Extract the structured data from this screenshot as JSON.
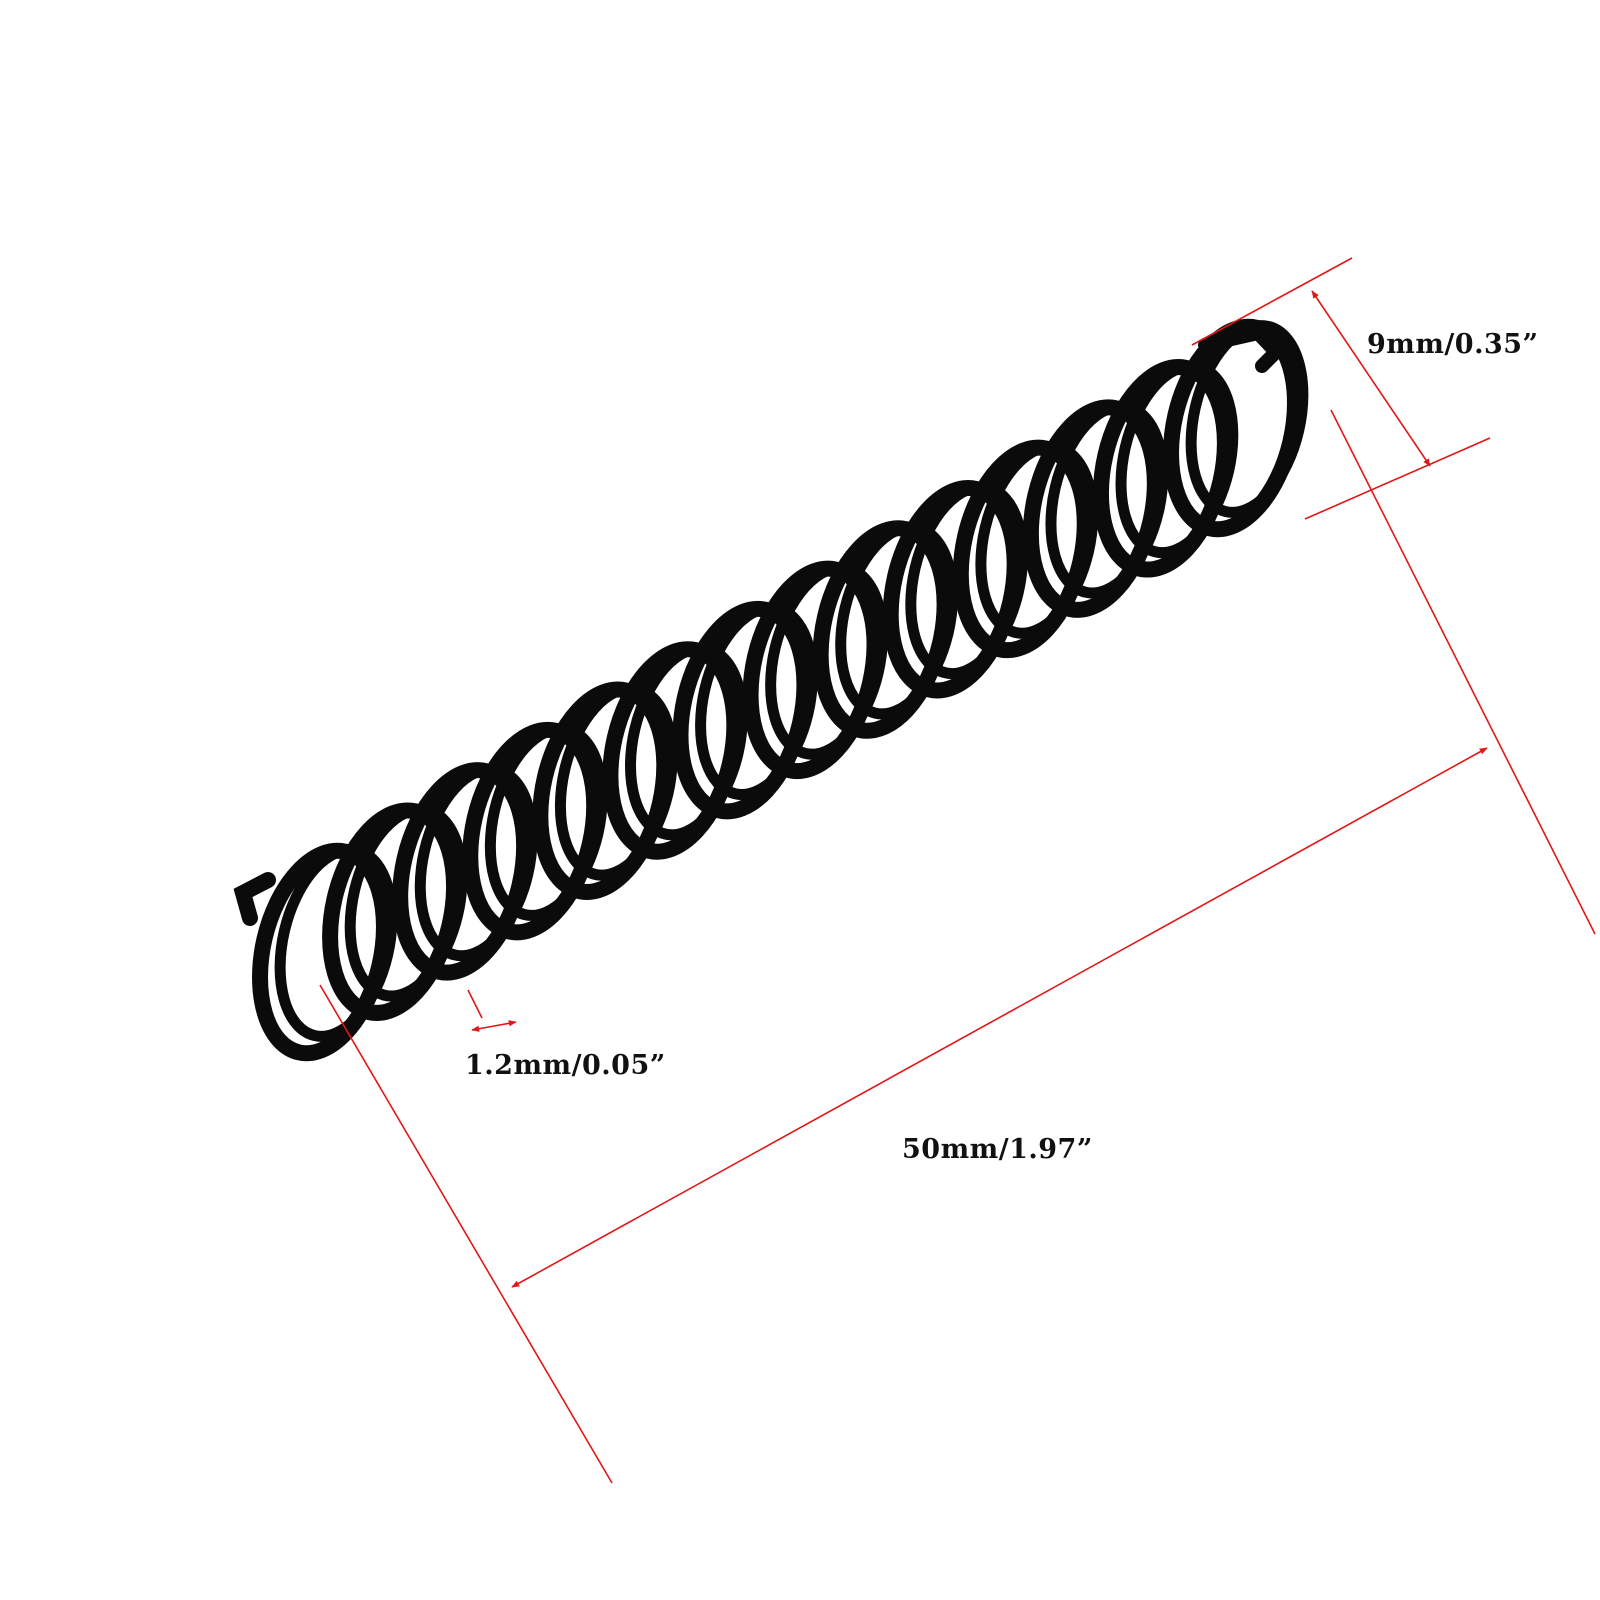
{
  "dimensions": {
    "outer_diameter": "9mm/0.35”",
    "wire_diameter": "1.2mm/0.05”",
    "free_length": "50mm/1.97”"
  },
  "colors": {
    "background": "#ffffff",
    "spring": "#0b0b0b",
    "dimension_lines": "#e01818",
    "label_text": "#111111"
  },
  "spring": {
    "coil_count": 14,
    "finish": "black"
  }
}
